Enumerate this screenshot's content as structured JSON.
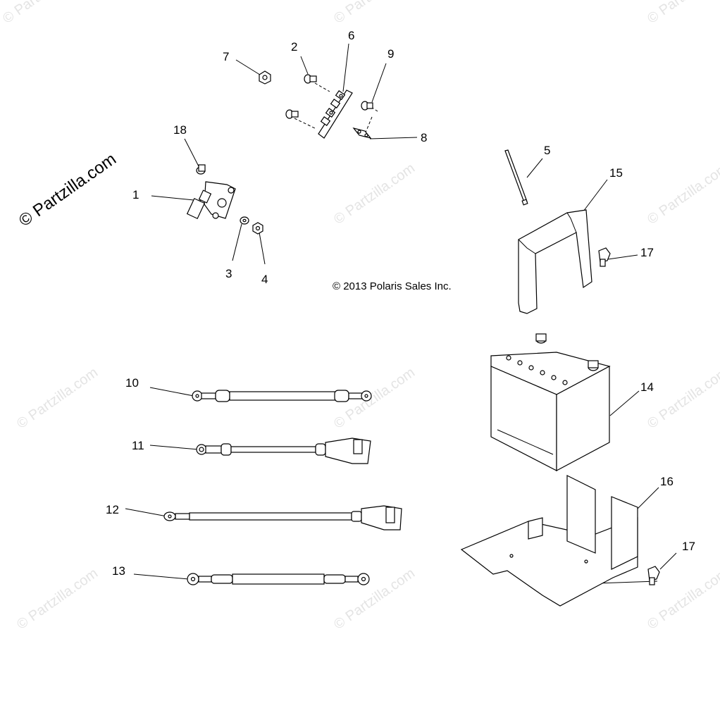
{
  "copyright": "© 2013 Polaris Sales Inc.",
  "watermark_main": "© Partzilla.com",
  "watermark": "© Partzilla.com",
  "callouts": {
    "c1": "1",
    "c2": "2",
    "c3": "3",
    "c4": "4",
    "c5": "5",
    "c6": "6",
    "c7": "7",
    "c8": "8",
    "c9": "9",
    "c10": "10",
    "c11": "11",
    "c12": "12",
    "c13": "13",
    "c14": "14",
    "c15": "15",
    "c16": "16",
    "c17a": "17",
    "c17b": "17",
    "c18": "18"
  }
}
